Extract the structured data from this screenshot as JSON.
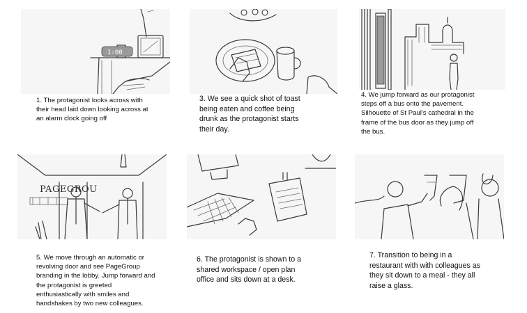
{
  "storyboard": {
    "panels": [
      {
        "caption": "1. The protagonist looks across with\ntheir head laid down looking across at\nan alarm clock going off"
      },
      {
        "caption": "3. We see a quick shot of toast\nbeing eaten and coffee being\ndrunk as the protagonist starts\ntheir day."
      },
      {
        "caption": "4. We jump forward as our protagonist\nsteps off a bus onto the pavement.\nSilhouette of St Paul's cathedral in the\nframe of the bus door as they jump off\nthe bus."
      },
      {
        "caption": "5. We move through an automatic or\nrevolving door and see PageGroup\nbranding in the lobby. Jump forward and\nthe protagonist is greeted\nenthusiastically with smiles and\nhandshakes by two new colleagues.",
        "sign_text": "PAGEGROU"
      },
      {
        "caption": "6. The protagonist is shown to a\nshared workspace / open plan\noffice and sits down at a desk."
      },
      {
        "caption": "7. Transition to being in a\nrestaurant with with colleagues as\nthey sit down to a meal - they all\nraise a glass."
      }
    ]
  }
}
